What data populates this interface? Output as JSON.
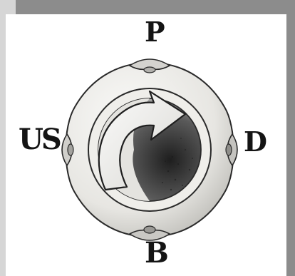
{
  "labels": {
    "top": "P",
    "left": "US",
    "right": "D",
    "bottom": "B"
  },
  "colors": {
    "frame": "#8c8c8c",
    "canvas": "#ffffff",
    "ink": "#141414",
    "stone": "#e8e7e4",
    "shadow": "#3a3a3a"
  },
  "illustration": {
    "icon": "circular-arrow-medallion-icon"
  }
}
